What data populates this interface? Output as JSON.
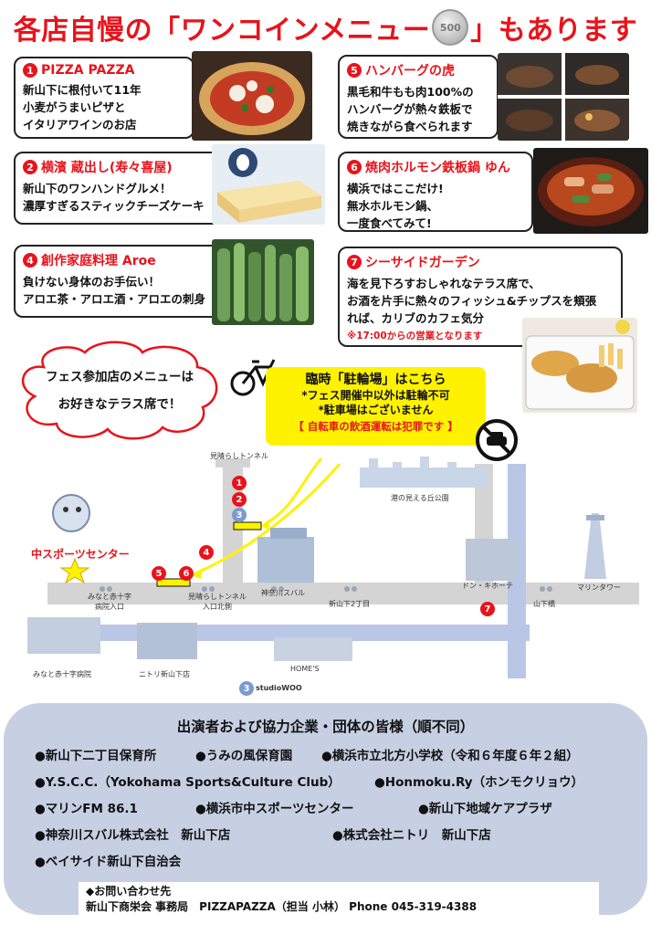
{
  "headline": {
    "part1": "各店自慢の「ワンコインメニュー",
    "coin": "500",
    "part2": "」もあります"
  },
  "stores": [
    {
      "num": "1",
      "name": "PIZZA PAZZA",
      "lines": [
        "新山下に根付いて11年",
        "小麦がうまいピザと",
        "イタリアワインのお店"
      ]
    },
    {
      "num": "2",
      "name": "横濱 蔵出し(寿々喜屋)",
      "lines": [
        "新山下のワンハンドグルメ！",
        "濃厚すぎるスティックチーズケーキ"
      ]
    },
    {
      "num": "4",
      "name": "創作家庭料理 Aroe",
      "lines": [
        "負けない身体のお手伝い！",
        "アロエ茶・アロエ酒・アロエの刺身"
      ]
    },
    {
      "num": "5",
      "name": "ハンバーグの虎",
      "lines": [
        "黒毛和牛もも肉100%の",
        "ハンバーグが熱々鉄板で",
        "焼きながら食べられます"
      ]
    },
    {
      "num": "6",
      "name": "焼肉ホルモン鉄板鍋 ゆん",
      "lines": [
        "横浜ではここだけ!",
        "無水ホルモン鍋、",
        "一度食べてみて!"
      ]
    },
    {
      "num": "7",
      "name": "シーサイドガーデン",
      "lines": [
        "海を見下ろすおしゃれなテラス席で、",
        "お酒を片手に熱々のフィッシュ&チップスを頬張",
        "れば、カリブのカフェ気分"
      ],
      "note": "※17:00からの営業となります"
    }
  ],
  "cloud": {
    "line1": "フェス参加店のメニューは",
    "line2": "お好きなテラス席で！"
  },
  "bicycle": {
    "title": "臨時「駐輪場」はこちら",
    "line1": "*フェス開催中以外は駐輪不可",
    "line2": "*駐車場はございません",
    "warning": "【 自転車の飲酒運転は犯罪です 】"
  },
  "map": {
    "labels": {
      "tunnel_top": "見晴らしトンネル",
      "park": "港の見える丘公園",
      "sports_center": "中スポーツセンター",
      "hospital_entrance": "みなと赤十字\n病院入口",
      "tunnel_north": "見晴らしトンネル\n入口北側",
      "subaru": "神奈川スバル",
      "shinyamashita": "新山下2丁目",
      "donki": "ドン・キホーテ",
      "yamashita": "山下橋",
      "marine_tower": "マリンタワー",
      "hospital": "みなと赤十字病院",
      "nitori": "ニトリ新山下店",
      "homes": "HOME'S",
      "studio": "studioWOO"
    }
  },
  "sponsors": {
    "title": "出演者および協力企業・団体の皆様（順不同）",
    "items": [
      "●新山下二丁目保育所",
      "●うみの風保育園",
      "●横浜市立北方小学校（令和６年度６年２組）",
      "●Y.S.C.C.（Yokohama Sports&Culture Club）",
      "●Honmoku.Ry（ホンモクリョウ）",
      "●マリンFM 86.1",
      "●横浜市中スポーツセンター",
      "●新山下地域ケアプラザ",
      "●神奈川スバル株式会社　新山下店",
      "●株式会社ニトリ　新山下店",
      "●ベイサイド新山下自治会"
    ],
    "contact_title": "◆お問い合わせ先",
    "contact_line": "新山下商栄会 事務局　PIZZAPAZZA（担当 小林） Phone 045-319-4388"
  },
  "colors": {
    "accent_red": "#e8131b",
    "bike_yellow": "#fff200",
    "sponsor_bg": "#c7d0e3",
    "road_gray": "#d4d4d4",
    "road_blue": "#b9c6e6"
  }
}
